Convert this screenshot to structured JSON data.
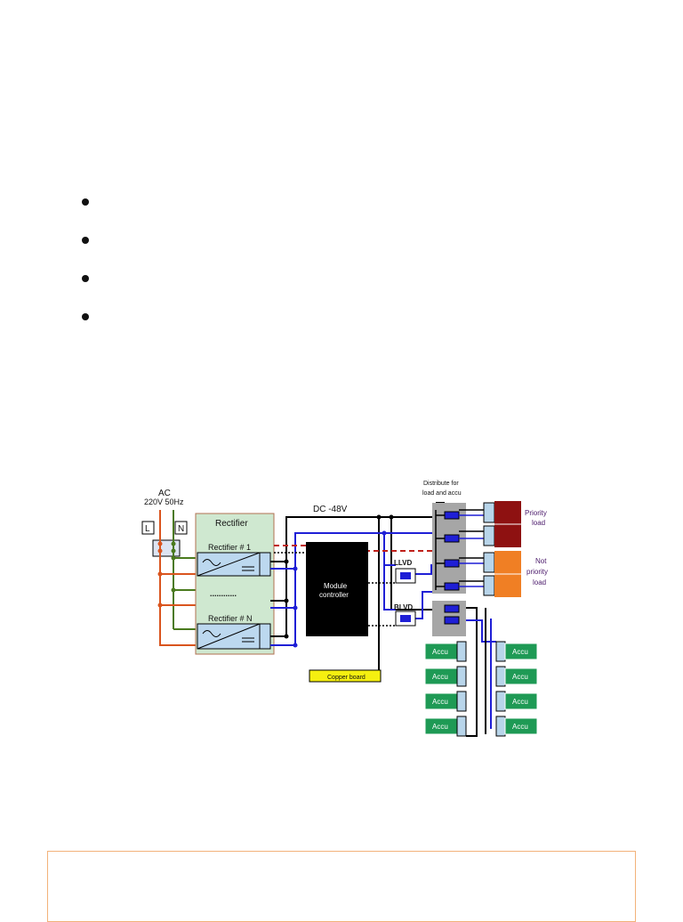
{
  "bullets": [
    "",
    "",
    "",
    ""
  ],
  "diagram": {
    "ac_label": "AC",
    "ac_spec": "220V 50Hz",
    "terminal_L": "L",
    "terminal_N": "N",
    "rectifier_title": "Rectifier",
    "rectifier_1": "Rectifier # 1",
    "rectifier_n": "Rectifier # N",
    "ellipsis": "............",
    "dc_label": "DC -48V",
    "module_controller_line1": "Module",
    "module_controller_line2": "controller",
    "copper_board": "Copper board",
    "llvd": "LLVD",
    "blvd": "BLVD",
    "distribute_line1": "Distribute for",
    "distribute_line2": "load and accu",
    "priority_line1": "Priority",
    "priority_line2": "load",
    "not_priority_line1": "Not",
    "not_priority_line2": "priority",
    "not_priority_line3": "load",
    "accu": "Accu",
    "colors": {
      "ac_wire": "#d9541e",
      "neutral_wire": "#4a7a1e",
      "dc_wire": "#1f1fd6",
      "alarm_wire": "#c0201a",
      "rectifier_bg": "#cfe8d0",
      "priority": "#8e1111",
      "not_priority": "#f07f24",
      "accu": "#1e9a55",
      "copper": "#f5ef10",
      "distribution": "#a6a6a6"
    }
  }
}
